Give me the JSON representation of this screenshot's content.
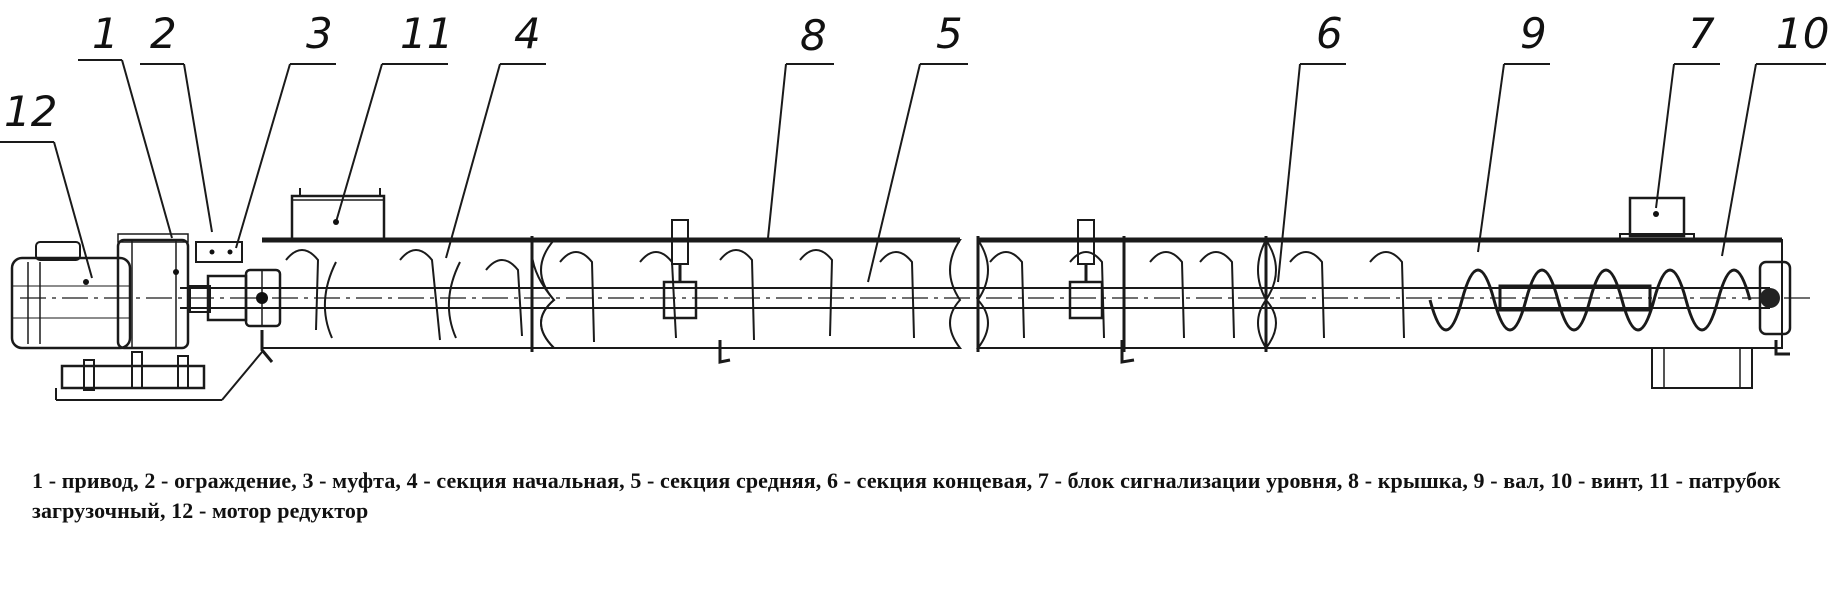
{
  "callouts": [
    "1",
    "2",
    "3",
    "11",
    "4",
    "8",
    "5",
    "6",
    "9",
    "7",
    "10",
    "12"
  ],
  "caption": "1 - привод, 2 - ограждение, 3 - муфта, 4 - секция начальная, 5 - секция средняя, 6 - секция концевая, 7 - блок сигнализации уровня, 8 - крышка, 9 - вал, 10 - винт, 11 - патрубок загрузочный, 12 - мотор редуктор"
}
